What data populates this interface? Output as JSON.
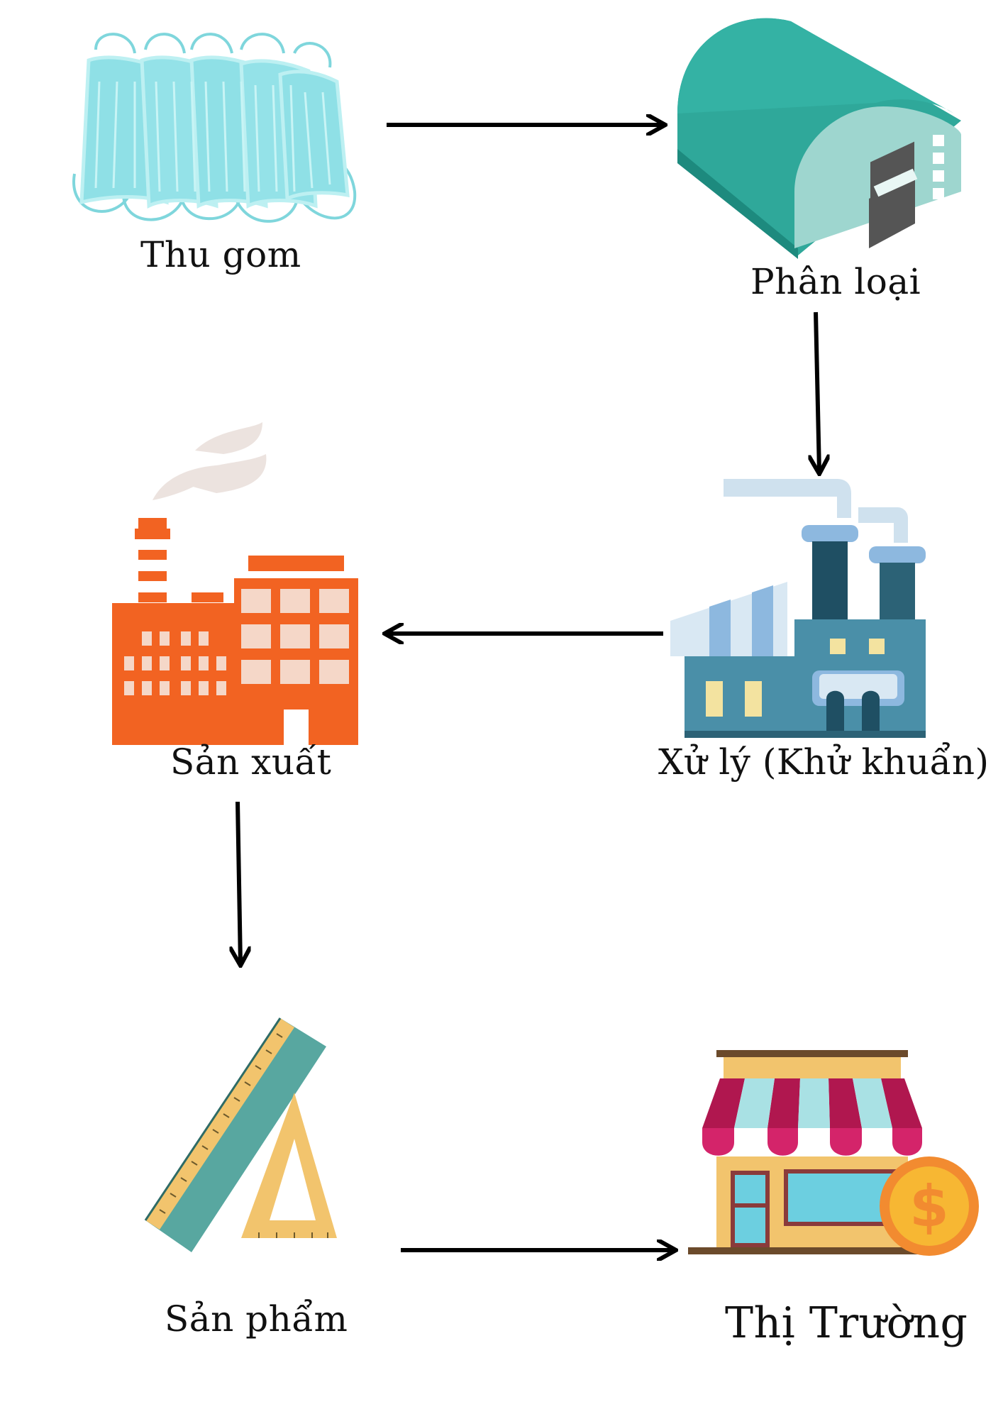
{
  "steps": [
    {
      "label": "Thu gom",
      "icon": "face-mask-icon"
    },
    {
      "label": "Phân loại",
      "icon": "warehouse-icon"
    },
    {
      "label": "Xử lý (Khử khuẩn)",
      "icon": "treatment-factory-icon"
    },
    {
      "label": "Sản xuất",
      "icon": "manufacturing-factory-icon"
    },
    {
      "label": "Sản phẩm",
      "icon": "ruler-set-square-icon"
    },
    {
      "label": "Thị Trường",
      "icon": "market-shop-icon"
    }
  ],
  "colors": {
    "mask": "#8fe0e6",
    "warehouse": "#2fa89a",
    "treatment": "#4a8fa8",
    "factory": "#f26322",
    "ruler": "#58a7a0",
    "shop_awning": "#b0174f",
    "coin": "#f7b733",
    "arrow": "#000000"
  }
}
